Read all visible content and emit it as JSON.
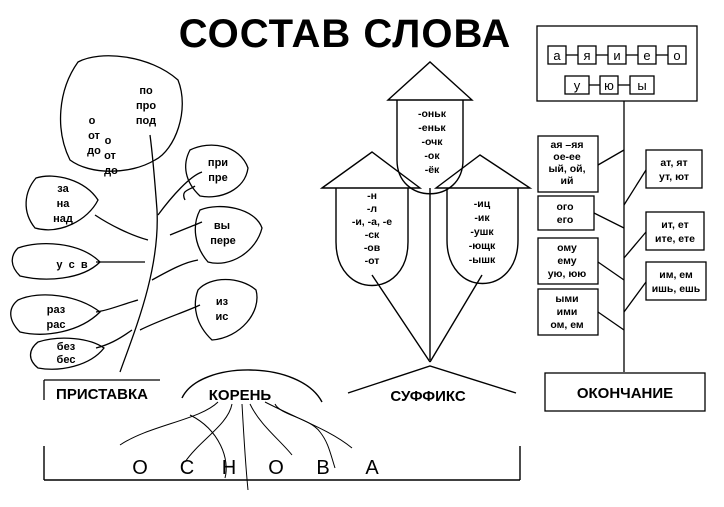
{
  "title": "СОСТАВ   СЛОВА",
  "sections": {
    "prefix": "ПРИСТАВКА",
    "root": "КОРЕНЬ",
    "suffix": "СУФФИКС",
    "ending": "ОКОНЧАНИЕ"
  },
  "base_letters": [
    "О",
    "С",
    "Н",
    "О",
    "В",
    "А"
  ],
  "prefix_leaves": [
    {
      "lines": [
        "по",
        "про",
        "под"
      ]
    },
    {
      "lines": [
        "о",
        "от",
        "до"
      ]
    },
    {
      "lines": [
        "о",
        "от",
        "до"
      ]
    },
    {
      "lines": [
        "за",
        "на",
        "над"
      ]
    },
    {
      "lines": [
        "у  с  в"
      ]
    },
    {
      "lines": [
        "раз",
        "рас"
      ]
    },
    {
      "lines": [
        "без",
        "бес"
      ]
    },
    {
      "lines": [
        "при",
        "пре"
      ]
    },
    {
      "lines": [
        "вы",
        "пере"
      ]
    },
    {
      "lines": [
        "из",
        "ис"
      ]
    }
  ],
  "suffix_houses": {
    "top": [
      "-оньк",
      "-еньк",
      "-очк",
      "-ок",
      "-ёк"
    ],
    "left": [
      "-н",
      "-л",
      "-и, -а, -е",
      "-ск",
      "-ов",
      "-от"
    ],
    "right": [
      "-иц",
      "-ик",
      "-ушк",
      "-ющк",
      "-ышк"
    ]
  },
  "ending_letters_row1": [
    "а",
    "я",
    "и",
    "е",
    "о"
  ],
  "ending_letters_row2": [
    "у",
    "ю",
    "ы"
  ],
  "ending_left": [
    [
      "ая –яя",
      "ое-ее",
      "ый, ой,",
      "ий"
    ],
    [
      "ого",
      "его"
    ],
    [
      "ому",
      "ему",
      "ую, юю"
    ],
    [
      "ыми",
      "ими",
      "ом, ем"
    ]
  ],
  "ending_right": [
    [
      "ат, ят",
      "ут, ют"
    ],
    [
      "ит, ет",
      "ите, ете"
    ],
    [
      "им, ем",
      "ишь, ешь"
    ]
  ]
}
